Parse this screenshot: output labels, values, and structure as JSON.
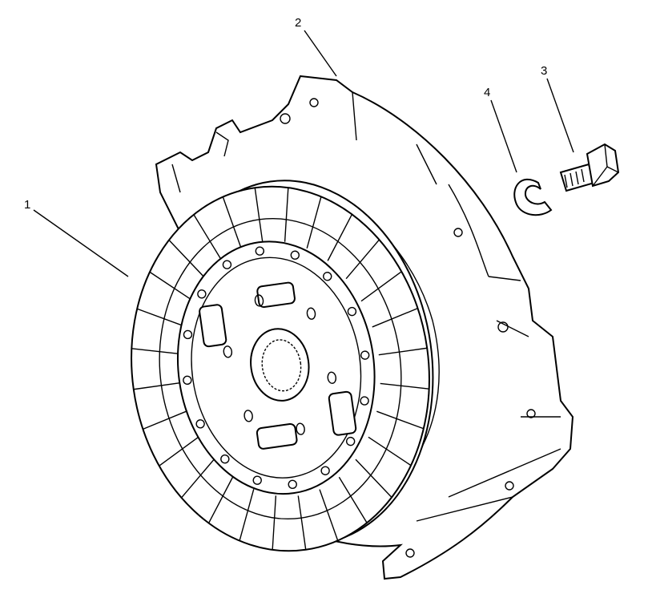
{
  "diagram": {
    "callouts": [
      {
        "id": "1",
        "part": "clutch-disc"
      },
      {
        "id": "2",
        "part": "pressure-plate-cover"
      },
      {
        "id": "3",
        "part": "bolt"
      },
      {
        "id": "4",
        "part": "lock-washer"
      }
    ],
    "colors": {
      "line": "#000000",
      "background": "#ffffff"
    }
  }
}
